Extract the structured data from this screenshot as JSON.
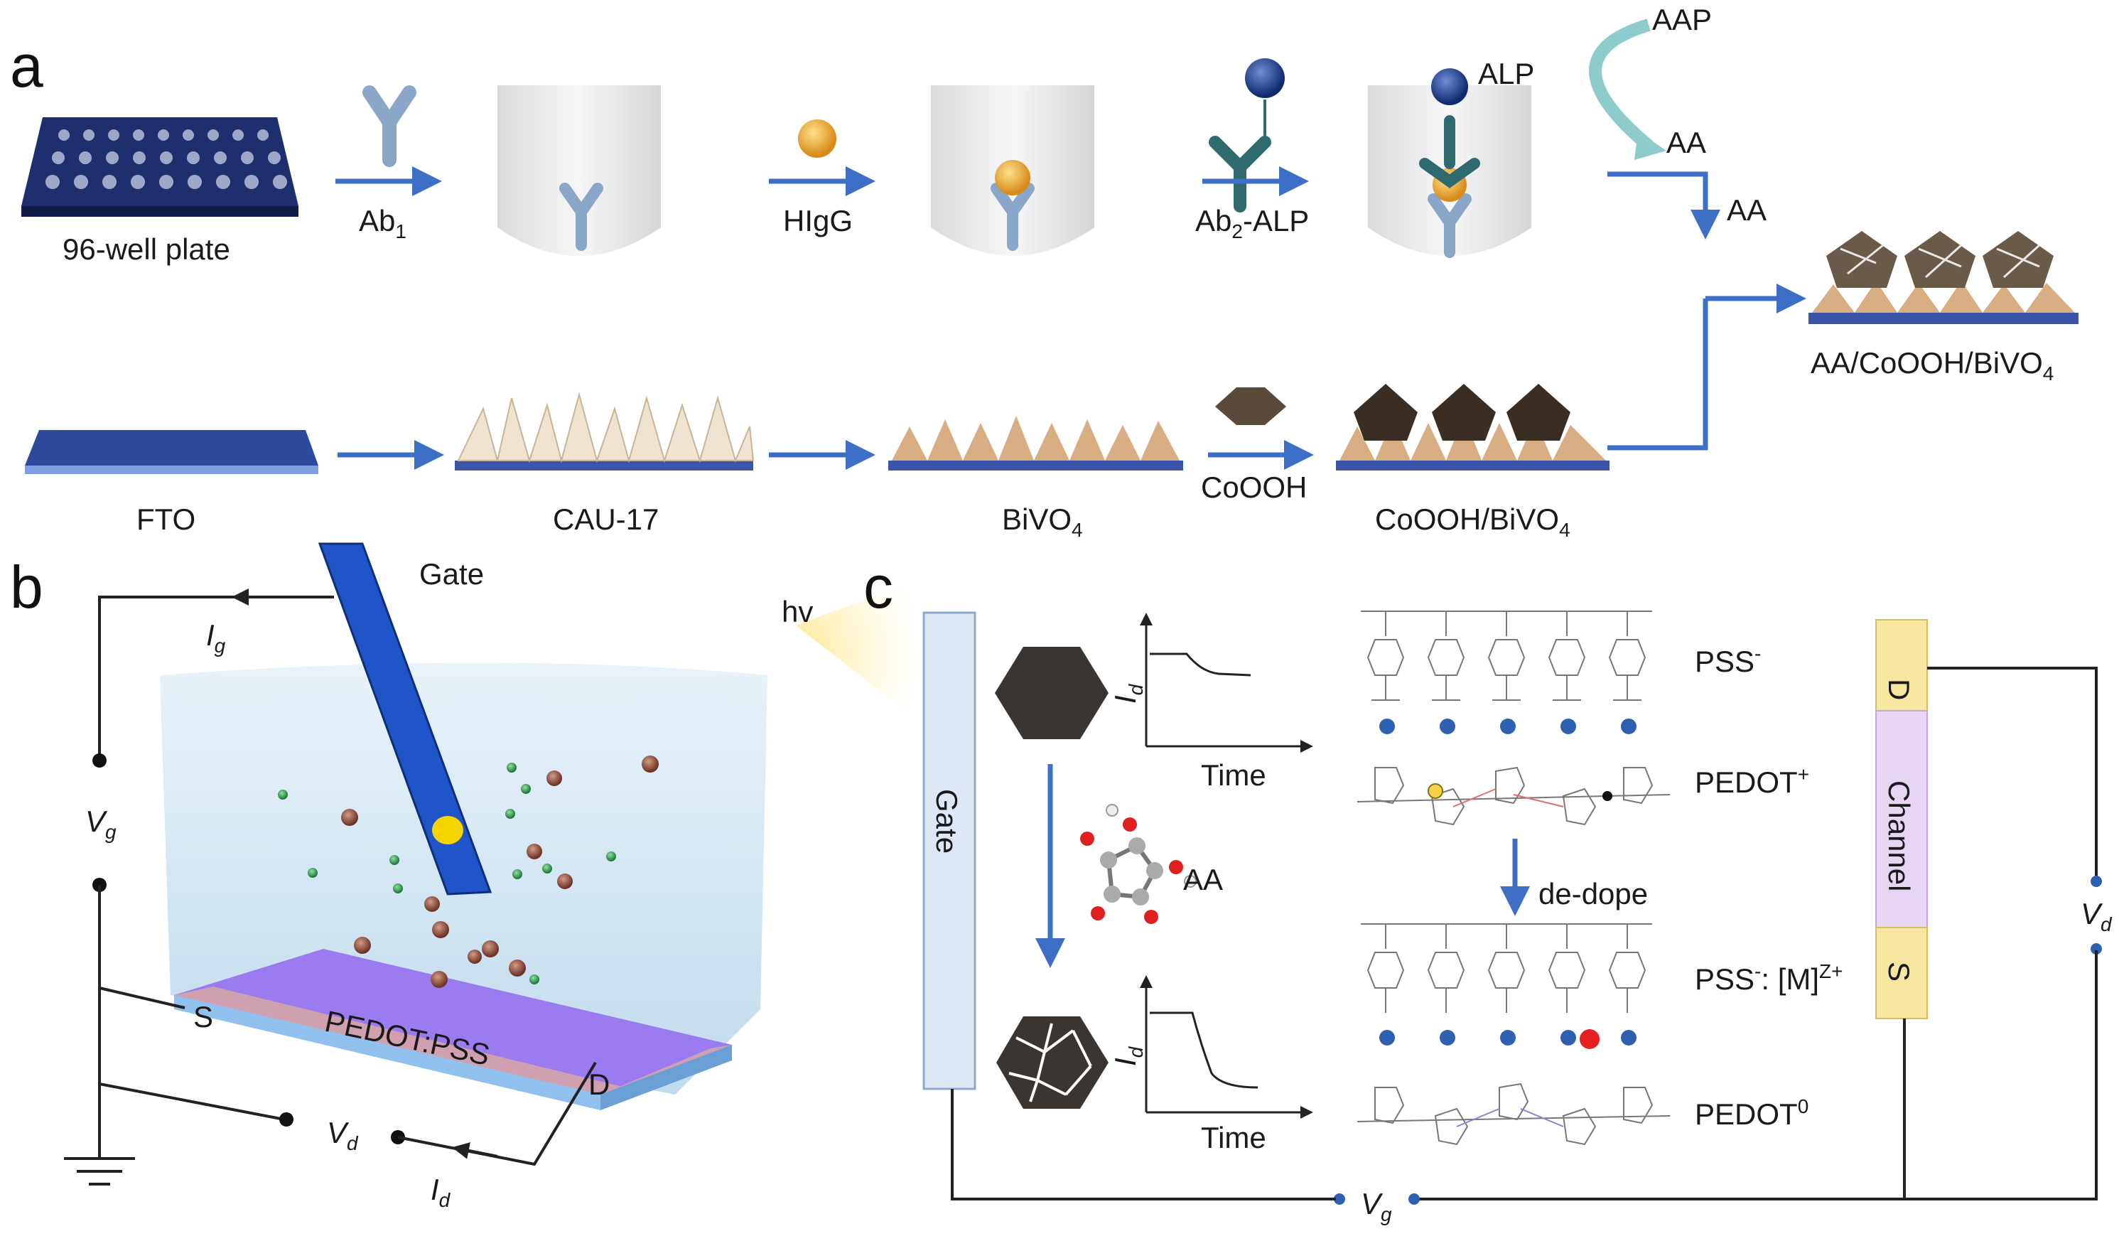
{
  "panels": {
    "a": "a",
    "b": "b",
    "c": "c"
  },
  "panel_a": {
    "plate_label": "96-well plate",
    "step1_label": "Ab",
    "step1_sub": "1",
    "step2_label": "HIgG",
    "step3_label": "Ab",
    "step3_sub": "2",
    "step3_suffix": "-ALP",
    "alp_label": "ALP",
    "aap_label": "AAP",
    "aa_label_top": "AA",
    "aa_label_mid": "AA",
    "fto_label": "FTO",
    "cau_label": "CAU-17",
    "bivo_label": "BiVO",
    "bivo_sub": "4",
    "cooh_step_label": "CoOOH",
    "cooh_bivo_label": "CoOOH/BiVO",
    "cooh_bivo_sub": "4",
    "final_label": "AA/CoOOH/BiVO",
    "final_sub": "4"
  },
  "panel_b": {
    "gate_label": "Gate",
    "hv_label": "hv",
    "ig_label": "I",
    "ig_sub": "g",
    "vg_label": "V",
    "vg_sub": "g",
    "s_label": "S",
    "d_label": "D",
    "channel_label": "PEDOT:PSS",
    "vd_label": "V",
    "vd_sub": "d",
    "id_label": "I",
    "id_sub": "d"
  },
  "panel_c": {
    "gate_label": "Gate",
    "time_label_1": "Time",
    "time_label_2": "Time",
    "id_axis_1": "I",
    "id_axis_1_sub": "d",
    "id_axis_2": "I",
    "id_axis_2_sub": "d",
    "aa_label": "AA",
    "pss_label": "PSS",
    "pss_sup": "-",
    "pedot_plus_label": "PEDOT",
    "pedot_plus_sup": "+",
    "dedope_label": "de-dope",
    "pss_m_label": "PSS",
    "pss_m_sup": "-",
    "pss_m_suffix": ": [M]",
    "pss_m_sup2": "Z+",
    "pedot0_label": "PEDOT",
    "pedot0_sup": "0",
    "d_label": "D",
    "channel_label": "Channel",
    "s_label": "S",
    "vd_label": "V",
    "vd_sub": "d",
    "vg_label": "V",
    "vg_sub": "g"
  },
  "colors": {
    "arrow_blue": "#3e6fc6",
    "substrate_blue": "#3a54a8",
    "bivo_tan": "#d8ad82",
    "cooh_dark": "#4a3c30",
    "pedot_purple": "#9b7bf0",
    "water_blue": "#cfe4f3",
    "gate_blue": "#1f55c8",
    "electrode_yellow": "#f6e6a0",
    "channel_lilac": "#e6d6f3"
  }
}
